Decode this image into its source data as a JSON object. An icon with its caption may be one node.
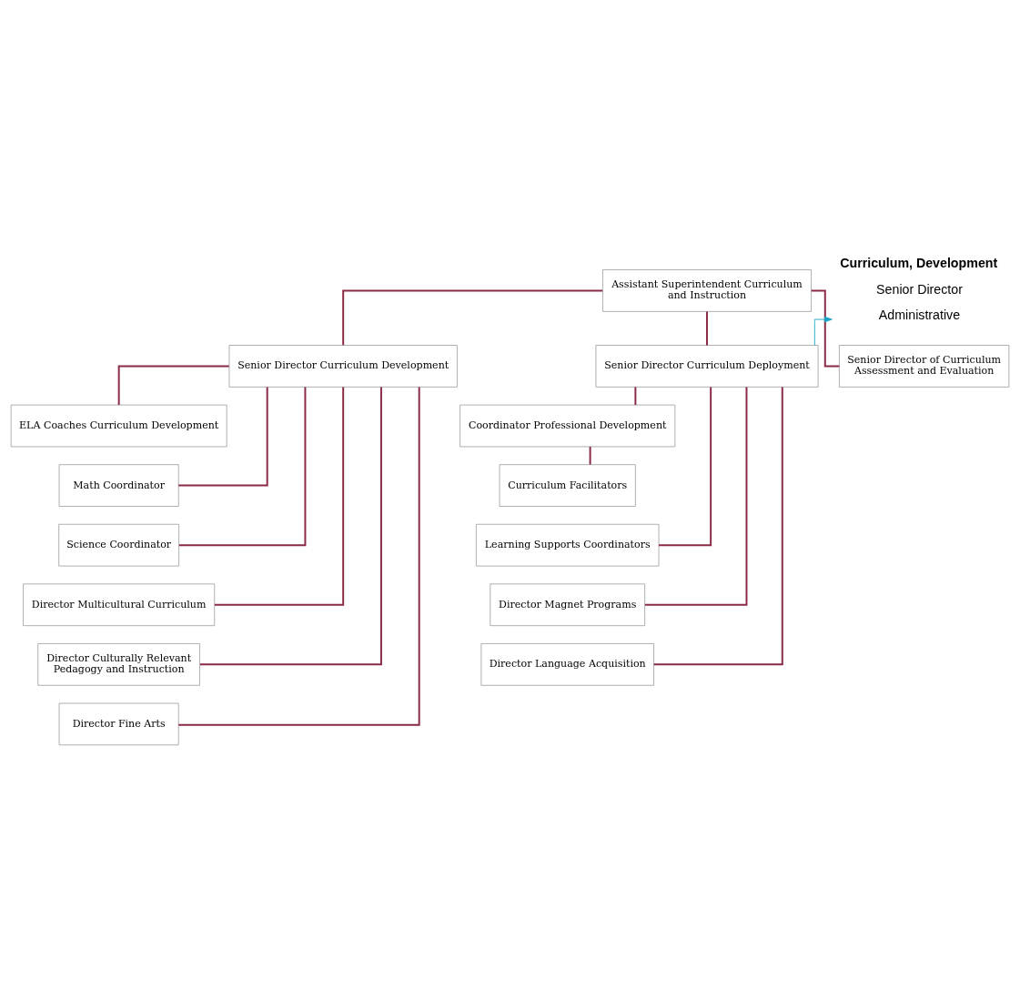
{
  "diagram": {
    "nodes": [
      {
        "text": [
          "Assistant Superintendent Curriculum and Instruction"
        ]
      },
      {
        "text": [
          "Senior Director Curriculum Development"
        ]
      },
      {
        "text": [
          "Senior Director Curriculum Deployment"
        ]
      },
      {
        "text": [
          "Senior Director of Curriculum Assessment and Evaluation"
        ]
      },
      {
        "text": [
          "ELA Coaches Curriculum Development"
        ]
      },
      {
        "text": [
          "Math Coordinator"
        ]
      },
      {
        "text": [
          "Science Coordinator"
        ]
      },
      {
        "text": [
          "Director Multicultural Curriculum"
        ]
      },
      {
        "text": [
          "Director Culturally Relevant Pedagogy and Instruction"
        ]
      },
      {
        "text": [
          "Director Fine Arts"
        ]
      },
      {
        "text": [
          "Coordinator Professional Development"
        ]
      },
      {
        "text": [
          "Curriculum Facilitators"
        ]
      },
      {
        "text": [
          "Learning Supports Coordinators"
        ]
      },
      {
        "text": [
          "Director Magnet Programs"
        ]
      },
      {
        "text": [
          "Director Language Acquisition"
        ]
      },
      {
        "text": [
          "Curriculum, Development",
          "Senior Director",
          "Administrative"
        ]
      }
    ],
    "edges": [
      {
        "from": 0,
        "to": 1,
        "arrow": "none"
      },
      {
        "from": 0,
        "to": 2,
        "arrow": "none"
      },
      {
        "from": 0,
        "to": 3,
        "arrow": "none"
      },
      {
        "from": 1,
        "to": 4,
        "arrow": "none"
      },
      {
        "from": 1,
        "to": 5,
        "arrow": "none"
      },
      {
        "from": 1,
        "to": 6,
        "arrow": "none"
      },
      {
        "from": 1,
        "to": 7,
        "arrow": "none"
      },
      {
        "from": 1,
        "to": 8,
        "arrow": "none"
      },
      {
        "from": 1,
        "to": 9,
        "arrow": "none"
      },
      {
        "from": 2,
        "to": 10,
        "arrow": "none"
      },
      {
        "from": 10,
        "to": 11,
        "arrow": "none"
      },
      {
        "from": 2,
        "to": 12,
        "arrow": "none"
      },
      {
        "from": 2,
        "to": 13,
        "arrow": "none"
      },
      {
        "from": 2,
        "to": 14,
        "arrow": "none"
      },
      {
        "from": 2,
        "to": 15,
        "arrow": "to",
        "color": "#1ba3c6"
      }
    ]
  }
}
